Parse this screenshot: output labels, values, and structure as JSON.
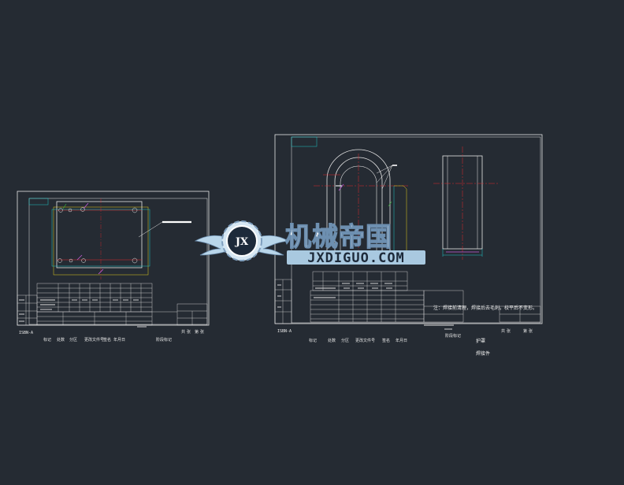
{
  "canvas": {
    "background": "#252b33"
  },
  "colors": {
    "line_white": "#e6e6e6",
    "line_cyan": "#1ec6c6",
    "line_red": "#e0262c",
    "line_yellow": "#e6d21c",
    "line_magenta": "#c35ad8",
    "line_green": "#39c63c"
  },
  "watermark": {
    "text_cn": "机械帝国",
    "text_en": "JXDIGUO.COM",
    "logo_mark": "JX",
    "icon": "winged-gear-logo-icon"
  },
  "sheet_left": {
    "annotation_text": "",
    "footer_labels": [
      "标记",
      "处数",
      "分区",
      "更改文件号",
      "签名",
      "年月日",
      "阶段标记"
    ],
    "title_block_labels": [
      "共",
      "张",
      "第",
      "张"
    ]
  },
  "sheet_right": {
    "footer_labels": [
      "标记",
      "处数",
      "分区",
      "更改文件号",
      "签名",
      "年月日",
      "阶段标记"
    ],
    "note_text": "注：焊接前清理，焊接后去毛刺，校平后不变形。",
    "part_name": "护罩",
    "part_type": "焊接件",
    "title_block_labels": [
      "共",
      "张",
      "第",
      "张"
    ]
  }
}
